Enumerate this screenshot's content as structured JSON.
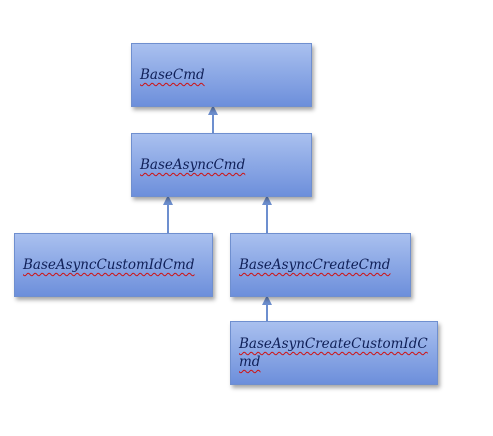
{
  "nodes": {
    "base_cmd": {
      "label": "BaseCmd"
    },
    "base_async_cmd": {
      "label": "BaseAsyncCmd"
    },
    "base_async_custom_id_cmd": {
      "label": "BaseAsyncCustomIdCmd"
    },
    "base_async_create_cmd": {
      "label": "BaseAsyncCreateCmd"
    },
    "base_asyn_create_custom_id_cmd": {
      "label": "BaseAsynCreateCustomIdCmd"
    }
  },
  "colors": {
    "node_fill_top": "#a9c0ef",
    "node_fill_bottom": "#6d8fdb",
    "node_text": "#0f1f57",
    "connector": "#6d8fcf",
    "spellcheck_underline": "#d01010"
  }
}
